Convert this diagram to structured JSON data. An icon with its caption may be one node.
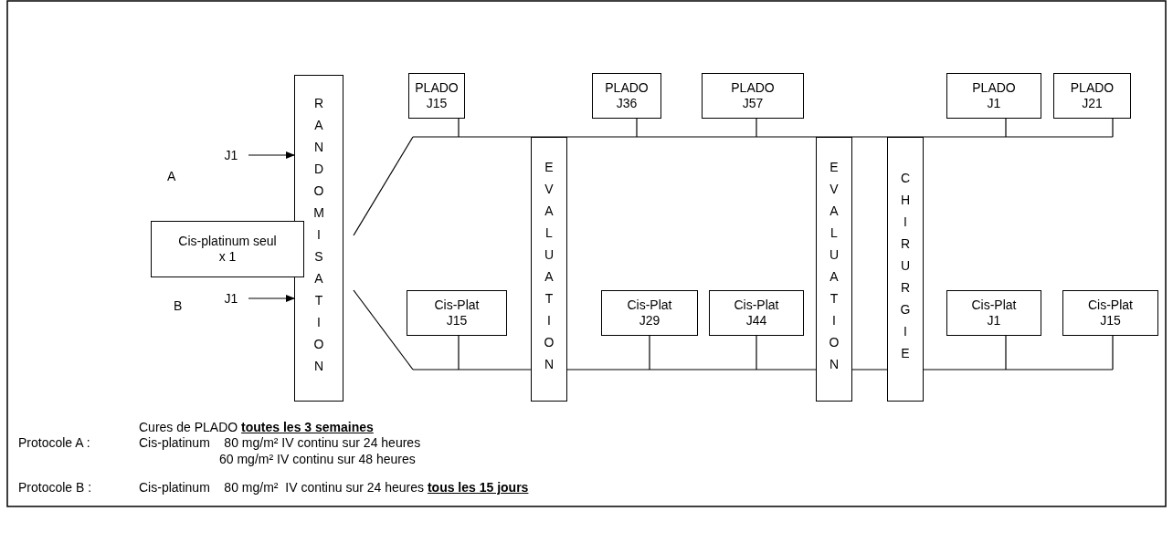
{
  "diagram": {
    "nodes": [
      {
        "text": [
          "RANDOMISATION"
        ]
      },
      {
        "text": [
          "Cis-platinum seul x 1"
        ]
      },
      {
        "text": [
          "PLADO J15"
        ]
      },
      {
        "text": [
          "PLADO J36"
        ]
      },
      {
        "text": [
          "PLADO J57"
        ]
      },
      {
        "text": [
          "PLADO J1"
        ]
      },
      {
        "text": [
          "PLADO J21"
        ]
      },
      {
        "text": [
          "EVALUATION"
        ]
      },
      {
        "text": [
          "EVALUATION"
        ]
      },
      {
        "text": [
          "CHIRURGIE"
        ]
      },
      {
        "text": [
          "Cis-Plat J15"
        ]
      },
      {
        "text": [
          "Cis-Plat J29"
        ]
      },
      {
        "text": [
          "Cis-Plat J44"
        ]
      },
      {
        "text": [
          "Cis-Plat J1"
        ]
      },
      {
        "text": [
          "Cis-Plat J15"
        ]
      },
      {
        "text": [
          "J1"
        ]
      },
      {
        "text": [
          "J1"
        ]
      }
    ],
    "edges": [
      {
        "from": 15,
        "to": 0,
        "arrow": "to"
      },
      {
        "from": 16,
        "to": 0,
        "arrow": "to"
      }
    ],
    "labels": [
      "A",
      "B",
      "Cures de PLADO **toutes les 3 semaines**",
      "Protocole A :",
      "Cis-platinum    80 mg/m² IV continu sur 24 heures",
      "60 mg/m² IV continu sur 48 heures",
      "Protocole B :",
      "Cis-platinum    80 mg/m²  IV continu sur 24 heures **tous les 15 jours**"
    ]
  }
}
